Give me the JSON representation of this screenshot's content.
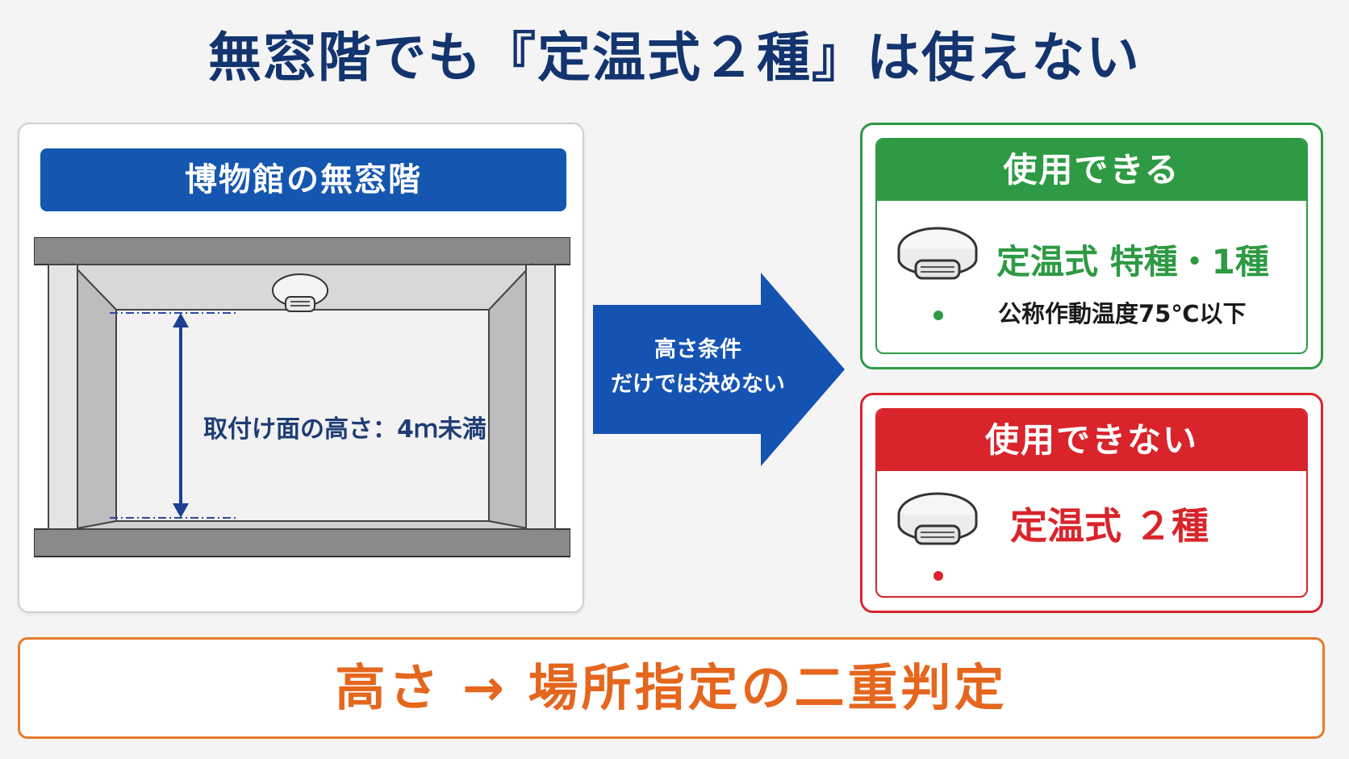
{
  "title": "無窓階でも『定温式２種』は使えない",
  "left_panel": {
    "header": "博物館の無窓階",
    "height_label": "取付け面の高さ：4ｍ未満"
  },
  "arrow": {
    "line1": "高さ条件",
    "line2": "だけでは決めない"
  },
  "usable": {
    "header": "使用できる",
    "main": "定温式 特種・1種",
    "sub": "公称作動温度75℃以下"
  },
  "unusable": {
    "header": "使用できない",
    "main": "定温式 ２種"
  },
  "conclusion": "高さ → 場所指定の二重判定",
  "colors": {
    "title": "#13346e",
    "panel_header": "#1456b0",
    "usable": "#2e9a44",
    "unusable": "#d9242b",
    "conclusion": "#e5661d"
  },
  "icons": [
    "smoke-detector-icon",
    "arrow-right-icon",
    "height-arrow-icon"
  ]
}
